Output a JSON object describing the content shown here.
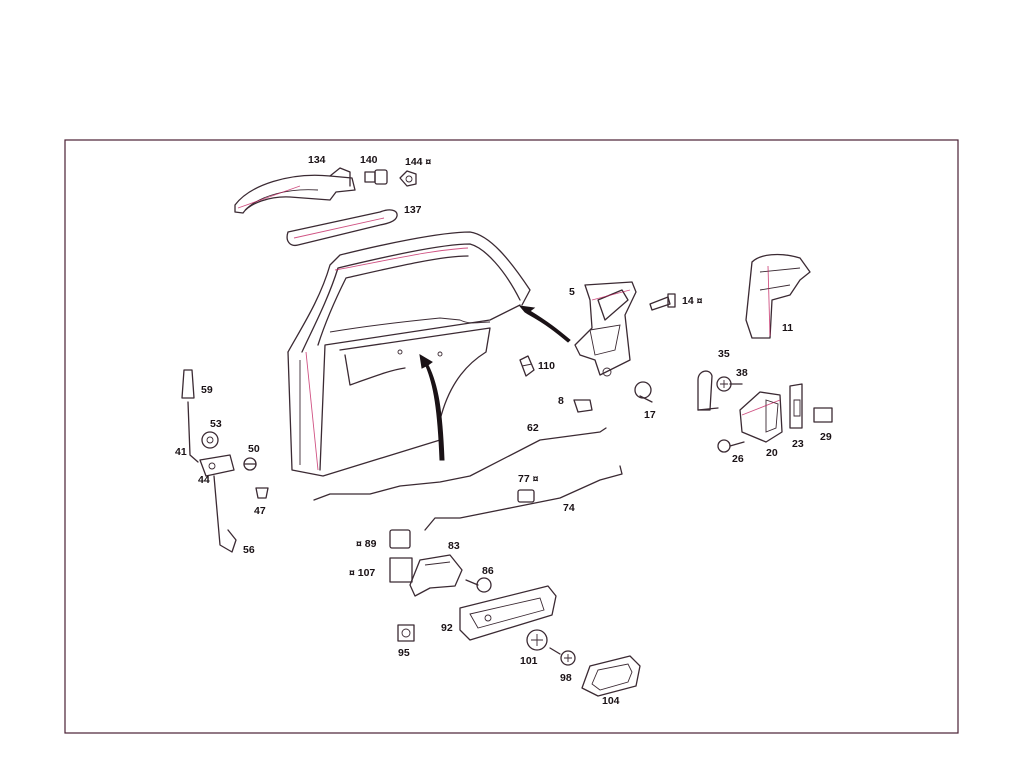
{
  "labels": {
    "p134": "134",
    "p140": "140",
    "p144": "144 ¤",
    "p137": "137",
    "p5": "5",
    "p14": "14 ¤",
    "p11": "11",
    "p110": "110",
    "p8": "8",
    "p17": "17",
    "p35": "35",
    "p38": "38",
    "p20": "20",
    "p23": "23",
    "p29": "29",
    "p26": "26",
    "p62": "62",
    "p59": "59",
    "p53": "53",
    "p41": "41",
    "p50": "50",
    "p44": "44",
    "p47": "47",
    "p56": "56",
    "p77": "77 ¤",
    "p74": "74",
    "p89": "¤ 89",
    "p83": "83",
    "p107": "¤ 107",
    "p86": "86",
    "p92": "92",
    "p95": "95",
    "p101": "101",
    "p98": "98",
    "p104": "104"
  },
  "colors": {
    "line": "#3b2a33",
    "frame": "#4a2034",
    "accent": "#c0185a",
    "background": "#ffffff"
  }
}
